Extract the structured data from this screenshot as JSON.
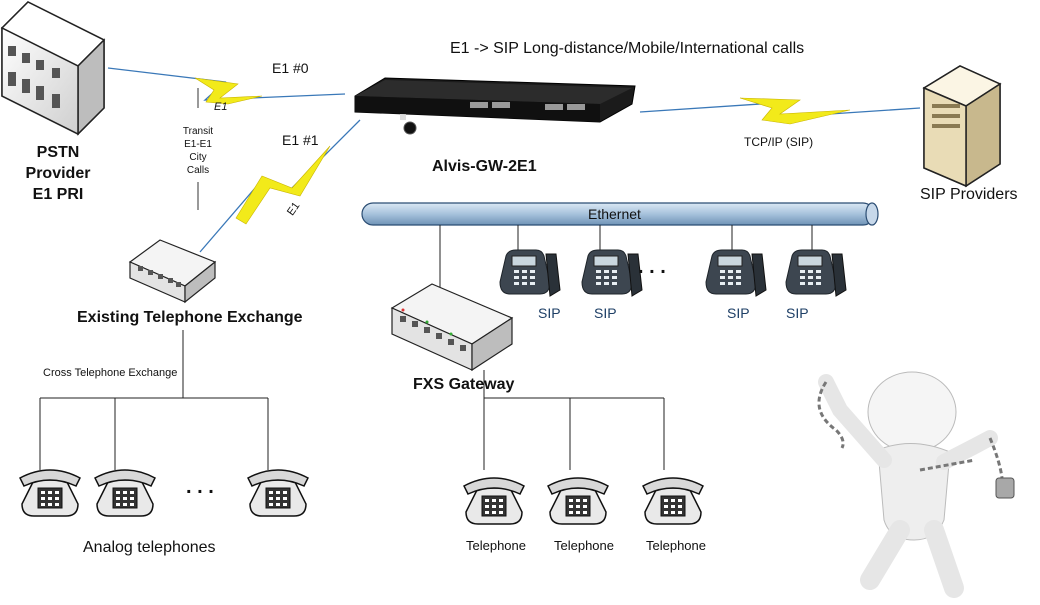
{
  "title": "E1 -> SIP Long-distance/Mobile/International calls",
  "pstn": {
    "line1": "PSTN",
    "line2": "Provider",
    "line3": "E1 PRI"
  },
  "links": {
    "e1_0": "E1 #0",
    "e1_1": "E1 #1",
    "e1_small_top": "E1",
    "e1_small_bottom": "E1",
    "tcpip": "TCP/IP (SIP)"
  },
  "transit": {
    "line1": "Transit",
    "line2": "E1-E1",
    "line3": "City",
    "line4": "Calls"
  },
  "gateway_label": "Alvis-GW-2E1",
  "sip_providers": "SIP Providers",
  "ethernet": "Ethernet",
  "sip_phones": [
    "SIP",
    "SIP",
    "SIP",
    "SIP"
  ],
  "ellipsis": ". . .",
  "existing_exchange": "Existing Telephone Exchange",
  "cross_exchange": "Cross Telephone Exchange",
  "fxs_gateway": "FXS Gateway",
  "analog_telephones": "Analog telephones",
  "telephones": [
    "Telephone",
    "Telephone",
    "Telephone"
  ],
  "colors": {
    "lightning": "#f2ea1a",
    "ethernet_pipe": "#a7c2dc",
    "link_blue": "#3a78b8"
  }
}
